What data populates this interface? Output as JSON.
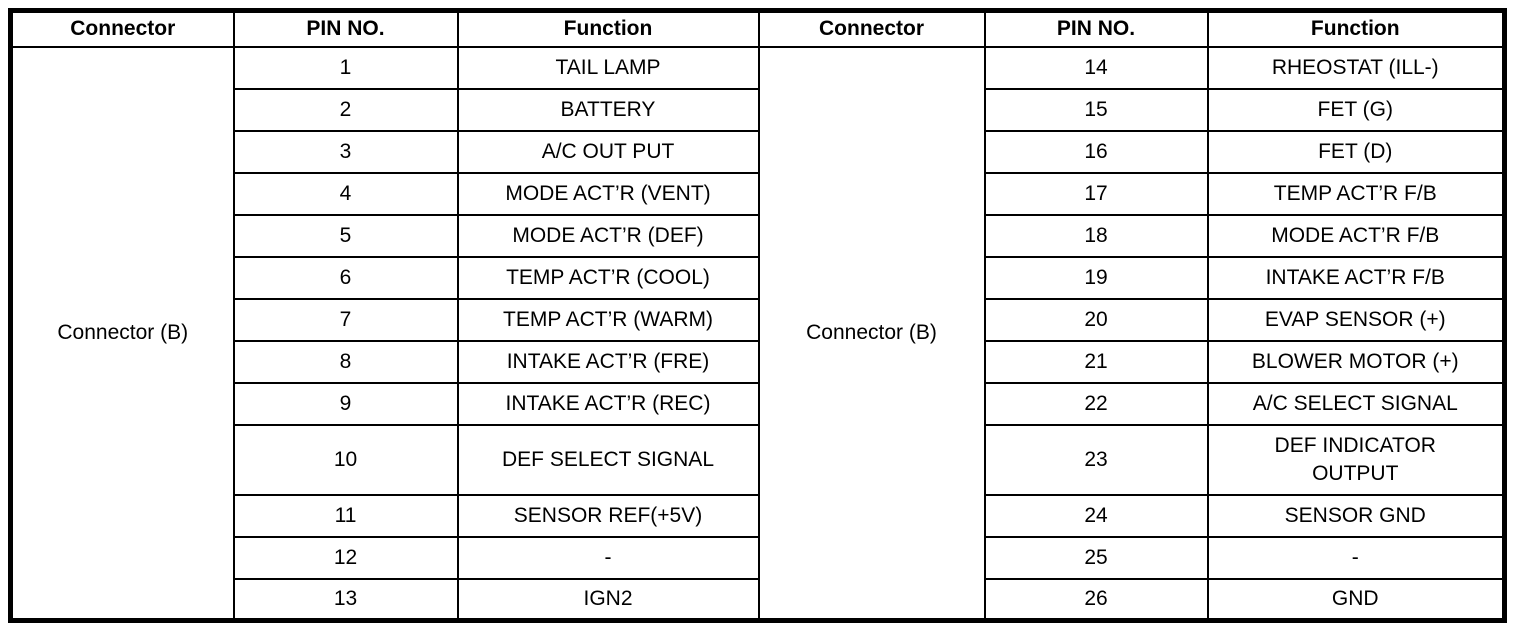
{
  "page": {
    "background_color": "#ffffff",
    "border_color": "#000000",
    "text_color": "#000000"
  },
  "table": {
    "headers": [
      "Connector",
      "PIN NO.",
      "Function",
      "Connector",
      "PIN NO.",
      "Function"
    ],
    "tall_row_index": 9,
    "left": {
      "connector": "Connector (B)",
      "rows": [
        {
          "pin": "1",
          "function": "TAIL LAMP"
        },
        {
          "pin": "2",
          "function": "BATTERY"
        },
        {
          "pin": "3",
          "function": "A/C OUT PUT"
        },
        {
          "pin": "4",
          "function": "MODE ACT’R (VENT)"
        },
        {
          "pin": "5",
          "function": "MODE ACT’R (DEF)"
        },
        {
          "pin": "6",
          "function": "TEMP ACT’R (COOL)"
        },
        {
          "pin": "7",
          "function": "TEMP ACT’R (WARM)"
        },
        {
          "pin": "8",
          "function": "INTAKE ACT’R (FRE)"
        },
        {
          "pin": "9",
          "function": "INTAKE ACT’R (REC)"
        },
        {
          "pin": "10",
          "function": "DEF SELECT SIGNAL"
        },
        {
          "pin": "11",
          "function": "SENSOR REF(+5V)"
        },
        {
          "pin": "12",
          "function": "-"
        },
        {
          "pin": "13",
          "function": "IGN2"
        }
      ]
    },
    "right": {
      "connector": "Connector (B)",
      "rows": [
        {
          "pin": "14",
          "function": "RHEOSTAT (ILL-)"
        },
        {
          "pin": "15",
          "function": "FET (G)"
        },
        {
          "pin": "16",
          "function": "FET (D)"
        },
        {
          "pin": "17",
          "function": "TEMP ACT’R F/B"
        },
        {
          "pin": "18",
          "function": "MODE ACT’R F/B"
        },
        {
          "pin": "19",
          "function": "INTAKE ACT’R F/B"
        },
        {
          "pin": "20",
          "function": "EVAP SENSOR (+)"
        },
        {
          "pin": "21",
          "function": "BLOWER MOTOR (+)"
        },
        {
          "pin": "22",
          "function": "A/C SELECT SIGNAL"
        },
        {
          "pin": "23",
          "function": "DEF INDICATOR\nOUTPUT"
        },
        {
          "pin": "24",
          "function": "SENSOR GND"
        },
        {
          "pin": "25",
          "function": "-"
        },
        {
          "pin": "26",
          "function": "GND"
        }
      ]
    }
  }
}
